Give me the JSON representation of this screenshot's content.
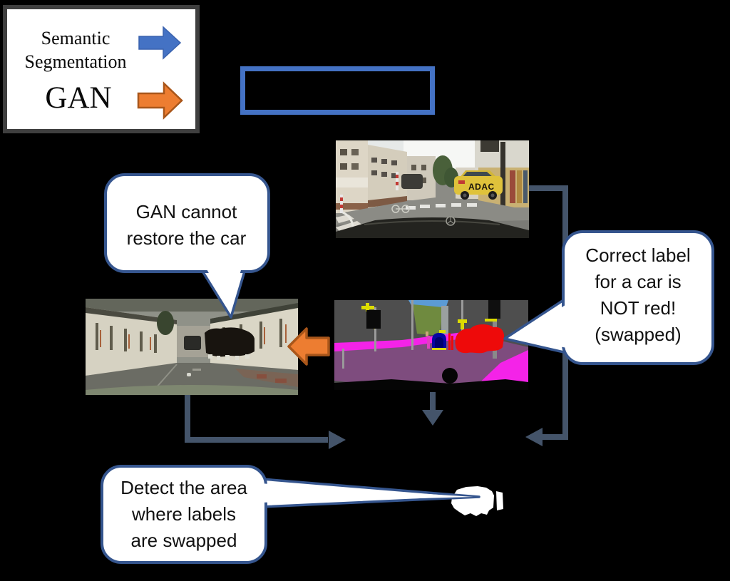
{
  "colors": {
    "accent_blue": "#4472C4",
    "accent_orange": "#ED7D31",
    "orange_border": "#A9561A",
    "connector": "#44546A",
    "bubble_border": "#35558E",
    "legend_border": "#3F3F3F",
    "swapped_label_red": "#EE0A0A",
    "road_purple": "#7E4C7E",
    "sidewalk_magenta": "#F423E8"
  },
  "legend": {
    "row1_line1": "Semantic",
    "row1_line2": "Segmentation",
    "row2_label": "GAN"
  },
  "bubbles": {
    "gan_cannot": {
      "line1": "GAN cannot",
      "line2": "restore the car"
    },
    "correct_label": {
      "line1": "Correct label",
      "line2": "for a car is",
      "line3": "NOT red!",
      "line4": "(swapped)"
    },
    "detect_area": {
      "line1": "Detect the area",
      "line2": "where labels",
      "line3": "are swapped"
    }
  },
  "photo": {
    "car_text": "ADAC"
  }
}
